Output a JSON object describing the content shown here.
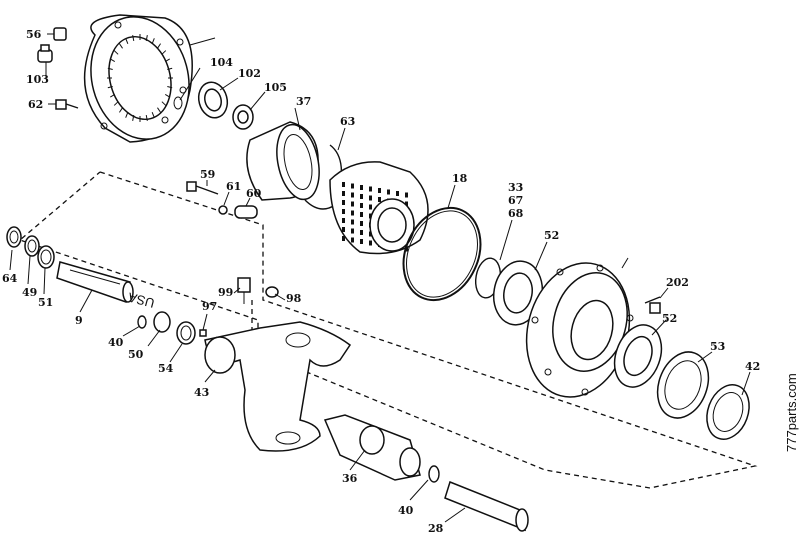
{
  "labels": {
    "p56": "56",
    "p103": "103",
    "p62": "62",
    "p104": "104",
    "p102": "102",
    "p105": "105",
    "p37": "37",
    "p63": "63",
    "p59": "59",
    "p61": "61",
    "p60": "60",
    "p18": "18",
    "p33": "33",
    "p67": "67",
    "p68": "68",
    "p52a": "52",
    "p52b": "52",
    "p202": "202",
    "p53": "53",
    "p42": "42",
    "p64": "64",
    "p49": "49",
    "p51": "51",
    "p9": "9",
    "p40a": "40",
    "p50": "50",
    "p54": "54",
    "p97": "97",
    "p99": "99",
    "p98": "98",
    "p43": "43",
    "p36": "36",
    "p40b": "40",
    "p28": "28"
  },
  "watermark": "777parts.com",
  "stamp_text": "USA"
}
